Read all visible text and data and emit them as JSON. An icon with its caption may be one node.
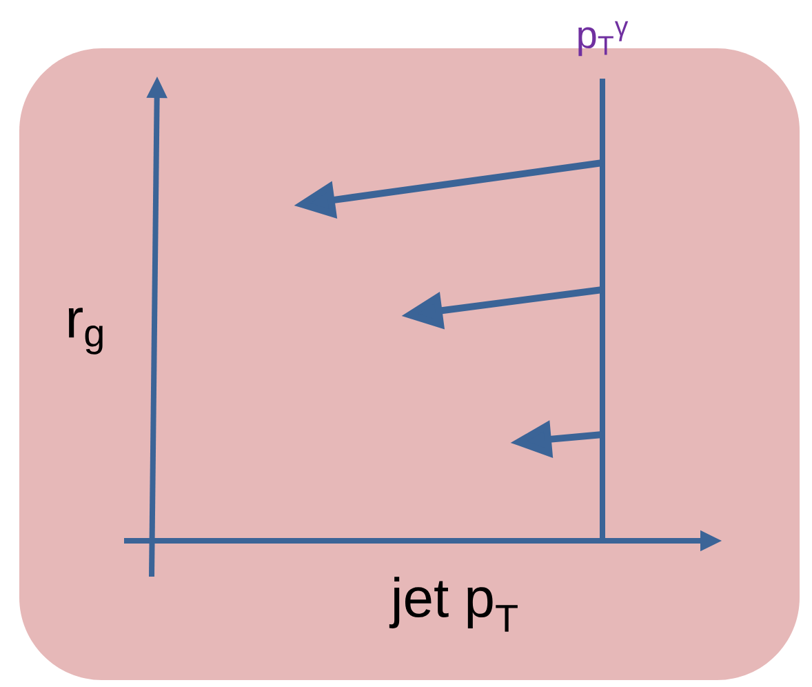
{
  "diagram": {
    "labels": [
      "p$_{T}$$^{γ}$",
      "r$_{g}$",
      "jet p$_{T}$"
    ]
  }
}
